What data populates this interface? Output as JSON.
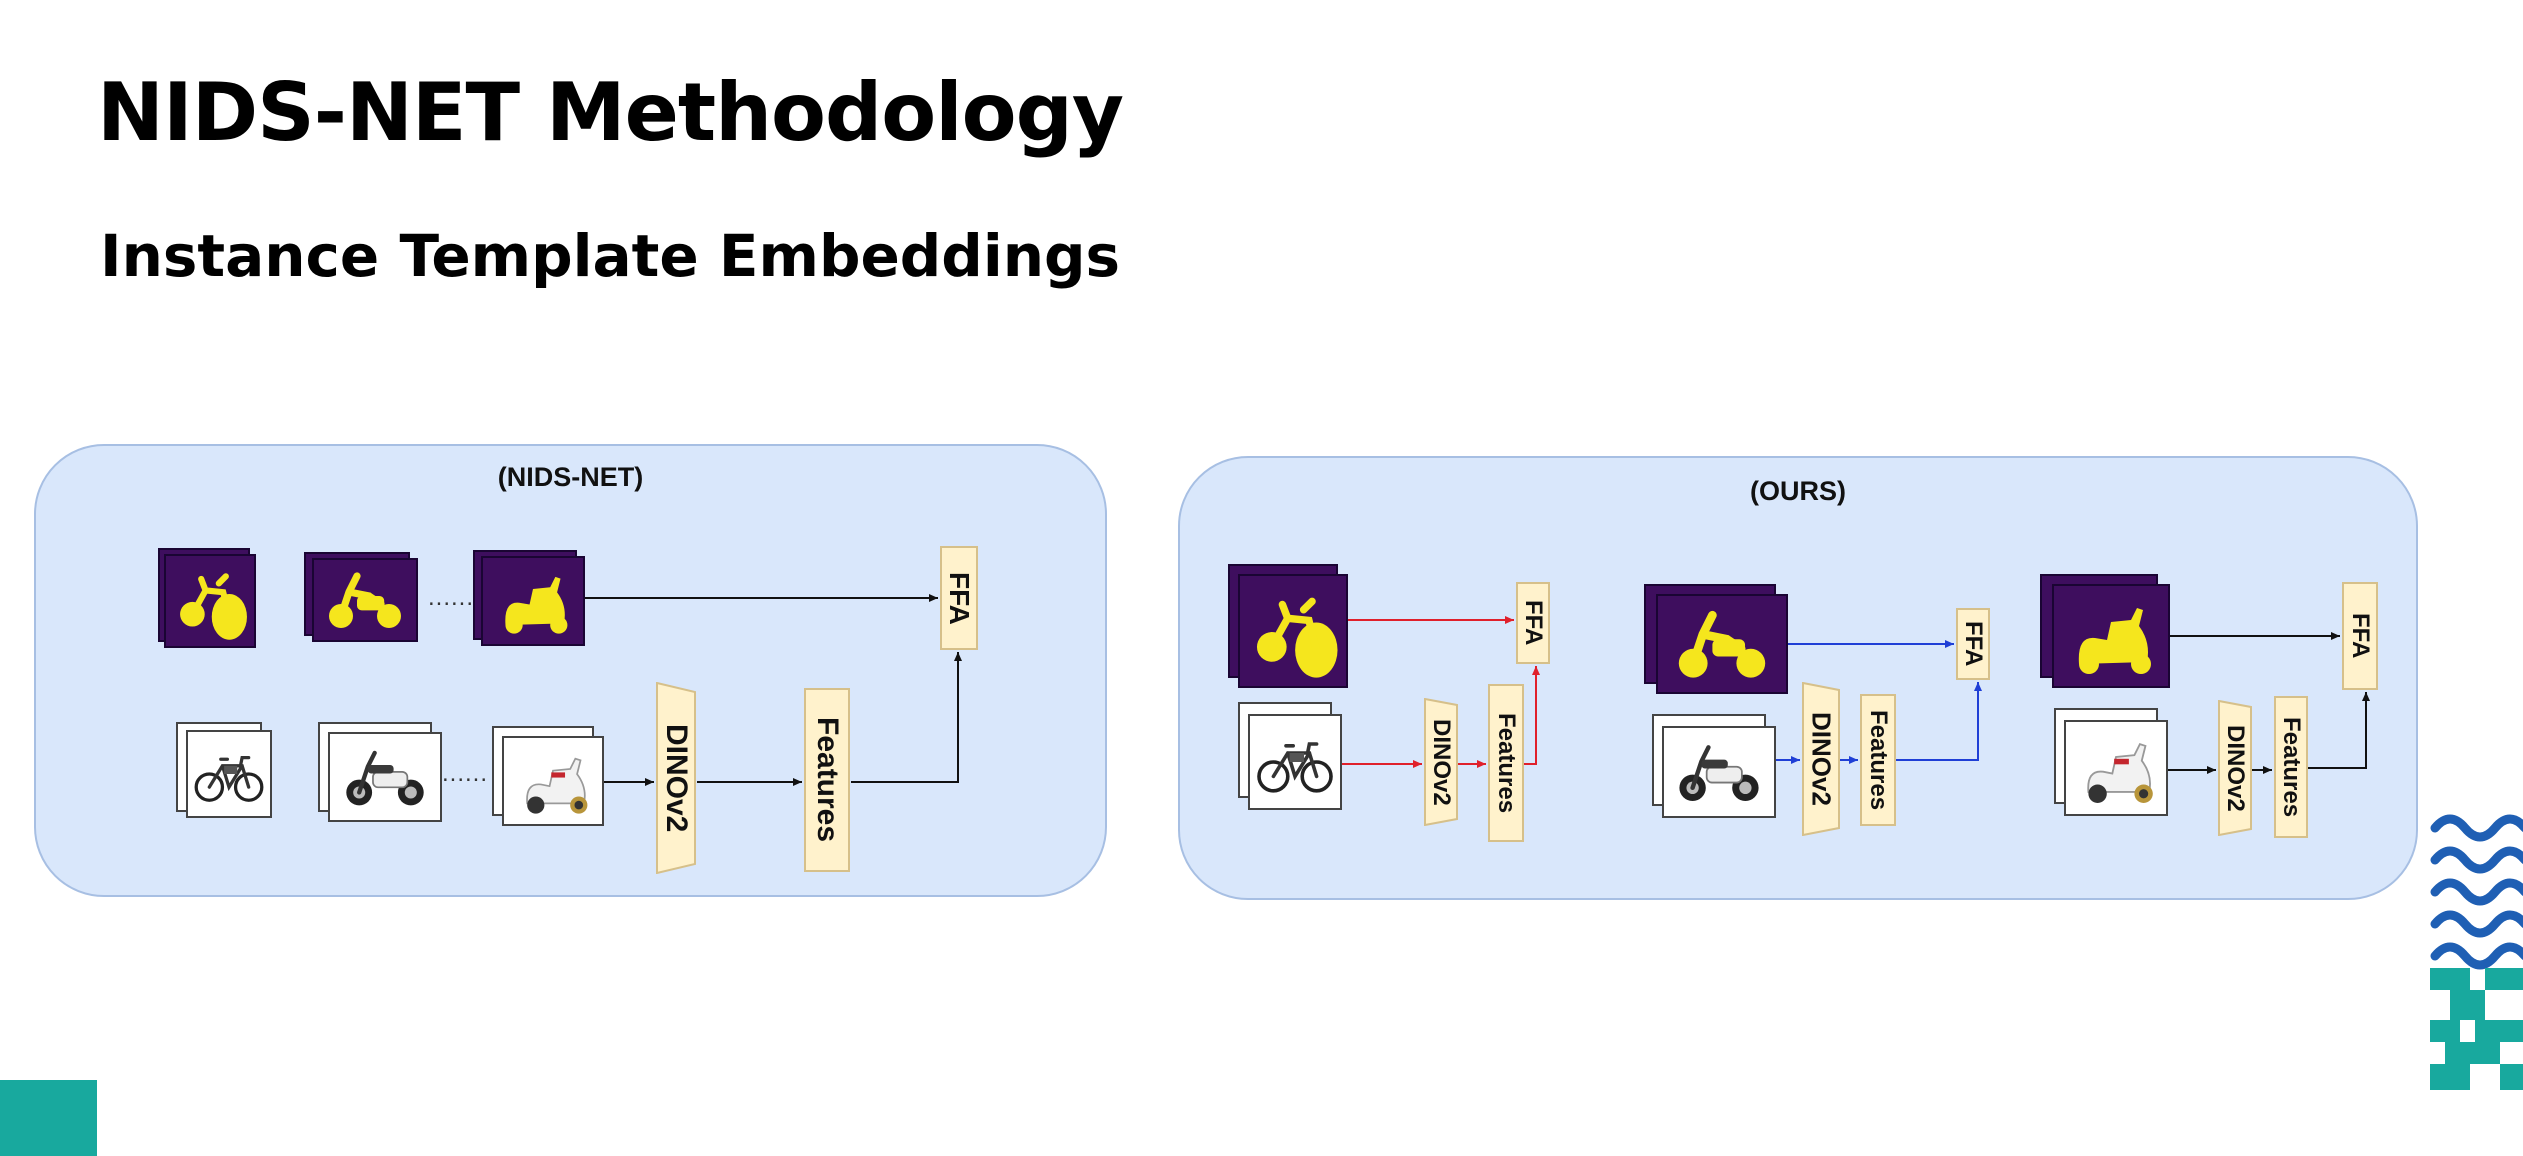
{
  "slide": {
    "title": "NIDS-NET Methodology",
    "subtitle": "Instance Template Embeddings"
  },
  "panels": {
    "nids": {
      "label": "(NIDS-NET)",
      "dino_label": "DINOv2",
      "features_label": "Features",
      "ffa_label": "FFA",
      "ellipsis": "......"
    },
    "ours": {
      "label": "(OURS)",
      "dino_label": "DINOv2",
      "features_label": "Features",
      "ffa_label": "FFA"
    }
  },
  "objects": [
    "bicycle-icon",
    "e-scooter-icon",
    "vespa-icon"
  ],
  "colors": {
    "panel_fill": "#d9e7fb",
    "mask_background": "#3e0e5e",
    "mask_foreground": "#f5e61d",
    "module_fill": "#fff2cc",
    "arrow_bicycle": "#e0202b",
    "arrow_escooter": "#1f3fd6",
    "arrow_vespa": "#111111",
    "accent": "#18a99e",
    "wave": "#1f5fb4"
  }
}
